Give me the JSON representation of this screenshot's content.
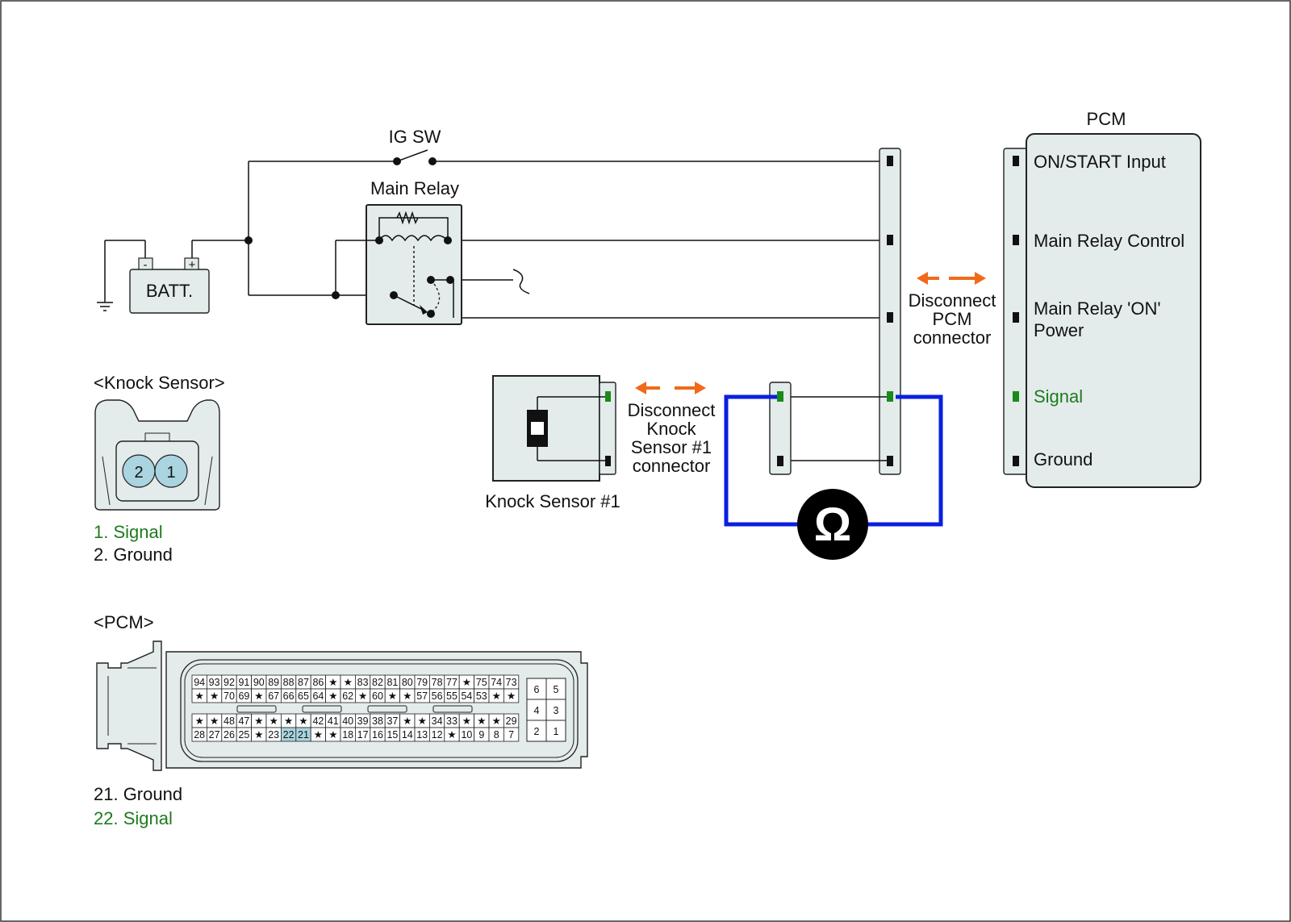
{
  "labels": {
    "ig_sw": "IG SW",
    "main_relay": "Main Relay",
    "battery": "BATT.",
    "battery_minus": "-",
    "battery_plus": "+",
    "pcm_title": "PCM",
    "knock_sensor_title": "<Knock Sensor>",
    "pcm_connector_title": "<PCM>",
    "knock_sensor_1": "Knock Sensor #1",
    "ohmmeter": "Ω"
  },
  "disconnect_pcm": [
    "Disconnect",
    "PCM",
    "connector"
  ],
  "disconnect_knock": [
    "Disconnect",
    "Knock",
    "Sensor #1",
    "connector"
  ],
  "pcm_pins": {
    "on_start": "ON/START Input",
    "main_relay_control": "Main Relay Control",
    "main_relay_on_power_1": "Main Relay 'ON'",
    "main_relay_on_power_2": "Power",
    "signal": "Signal",
    "ground": "Ground"
  },
  "knock_connector": {
    "pin2": "2",
    "pin1": "1",
    "legend1": "1. Signal",
    "legend2": "2. Ground"
  },
  "pcm_connector": {
    "row1": [
      "94",
      "93",
      "92",
      "91",
      "90",
      "89",
      "88",
      "87",
      "86",
      "★",
      "★",
      "83",
      "82",
      "81",
      "80",
      "79",
      "78",
      "77",
      "★",
      "75",
      "74",
      "73"
    ],
    "row2": [
      "★",
      "★",
      "70",
      "69",
      "★",
      "67",
      "66",
      "65",
      "64",
      "★",
      "62",
      "★",
      "60",
      "★",
      "★",
      "57",
      "56",
      "55",
      "54",
      "53",
      "★",
      "★"
    ],
    "row3": [
      "★",
      "★",
      "48",
      "47",
      "★",
      "★",
      "★",
      "★",
      "42",
      "41",
      "40",
      "39",
      "38",
      "37",
      "★",
      "★",
      "34",
      "33",
      "★",
      "★",
      "★",
      "29"
    ],
    "row4": [
      "28",
      "27",
      "26",
      "25",
      "★",
      "23",
      "22",
      "21",
      "★",
      "★",
      "18",
      "17",
      "16",
      "15",
      "14",
      "13",
      "12",
      "★",
      "10",
      "9",
      "8",
      "7"
    ],
    "small": [
      "6",
      "5",
      "4",
      "3",
      "2",
      "1"
    ],
    "legend1": "21. Ground",
    "legend2": "22. Signal"
  },
  "colors": {
    "signal_green": "#1f7a1f",
    "meter_lead_blue": "#0a1fe0",
    "arrow_orange": "#f06a1a",
    "connector_fill": "#e3ebeb",
    "pin_highlight": "#a9d4e0"
  }
}
